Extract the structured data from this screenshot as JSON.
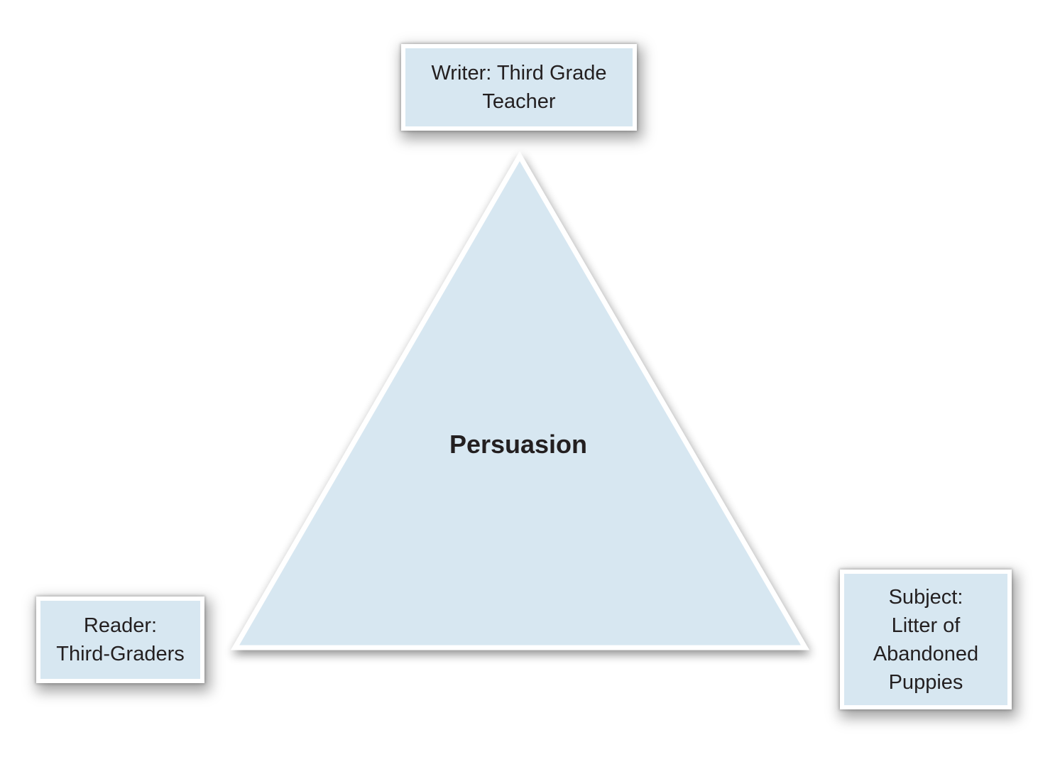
{
  "diagram": {
    "center_label": "Persuasion",
    "nodes": {
      "writer": {
        "text": "Writer: Third Grade\nTeacher"
      },
      "reader": {
        "text": "Reader:\nThird-Graders"
      },
      "subject": {
        "text": "Subject:\nLitter of\nAbandoned\nPuppies"
      }
    },
    "colors": {
      "fill": "#d7e7f1",
      "border": "#ffffff",
      "text": "#231f20"
    }
  }
}
